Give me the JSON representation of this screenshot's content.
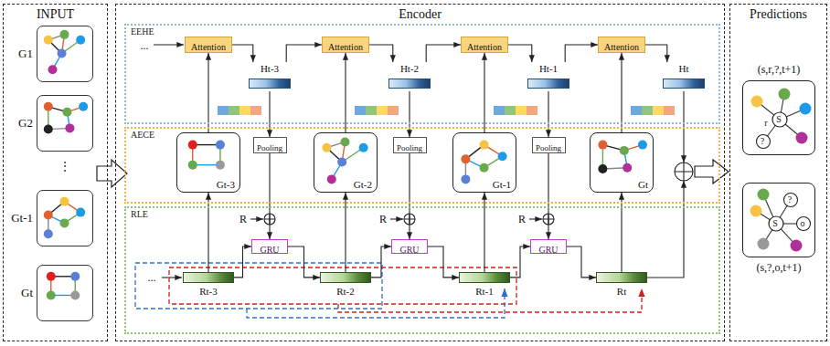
{
  "diagram": {
    "nodes": [
      {
        "text": [
          "INPUT"
        ]
      },
      {
        "text": [
          "G1"
        ],
        "in": 0
      },
      {
        "text": [
          "G2"
        ],
        "in": 0
      },
      {
        "text": [
          "Gt-1"
        ],
        "in": 0
      },
      {
        "text": [
          "Gt"
        ],
        "in": 0
      },
      {
        "text": [
          "Encoder"
        ]
      },
      {
        "text": [
          "EEHE"
        ],
        "in": 5
      },
      {
        "text": [
          "Attention"
        ],
        "in": 6
      },
      {
        "text": [
          "Ht-3"
        ],
        "in": 6
      },
      {
        "text": [
          "Attention"
        ],
        "in": 6
      },
      {
        "text": [
          "Ht-2"
        ],
        "in": 6
      },
      {
        "text": [
          "Attention"
        ],
        "in": 6
      },
      {
        "text": [
          "Ht-1"
        ],
        "in": 6
      },
      {
        "text": [
          "Attention"
        ],
        "in": 6
      },
      {
        "text": [
          "Ht"
        ],
        "in": 6
      },
      {
        "text": [
          "AECE"
        ],
        "in": 5
      },
      {
        "text": [
          "Gt-3"
        ],
        "in": 15
      },
      {
        "text": [
          "Pooling"
        ],
        "in": 15
      },
      {
        "text": [
          "Gt-2"
        ],
        "in": 15
      },
      {
        "text": [
          "Pooling"
        ],
        "in": 15
      },
      {
        "text": [
          "Gt-1"
        ],
        "in": 15
      },
      {
        "text": [
          "Pooling"
        ],
        "in": 15
      },
      {
        "text": [
          "Gt"
        ],
        "in": 15
      },
      {
        "text": [
          "RLE"
        ],
        "in": 5
      },
      {
        "text": [
          "GRU"
        ],
        "in": 23
      },
      {
        "text": [
          "GRU"
        ],
        "in": 23
      },
      {
        "text": [
          "GRU"
        ],
        "in": 23
      },
      {
        "text": [
          "Rt-3"
        ],
        "in": 23
      },
      {
        "text": [
          "Rt-2"
        ],
        "in": 23
      },
      {
        "text": [
          "Rt-1"
        ],
        "in": 23
      },
      {
        "text": [
          "Rt"
        ],
        "in": 23
      },
      {
        "text": [
          "Predictions"
        ]
      },
      {
        "text": [
          "(s,r,?,t+1)"
        ],
        "in": 31
      },
      {
        "text": [
          "(s,?,o,t+1)"
        ],
        "in": 31
      }
    ],
    "edges": [
      {
        "from": 7,
        "to": 8,
        "arrow": "to"
      },
      {
        "from": 8,
        "to": 9,
        "arrow": "to"
      },
      {
        "from": 9,
        "to": 10,
        "arrow": "to"
      },
      {
        "from": 10,
        "to": 11,
        "arrow": "to"
      },
      {
        "from": 11,
        "to": 12,
        "arrow": "to"
      },
      {
        "from": 12,
        "to": 13,
        "arrow": "to"
      },
      {
        "from": 13,
        "to": 14,
        "arrow": "to"
      },
      {
        "from": 16,
        "to": 7,
        "arrow": "to"
      },
      {
        "from": 18,
        "to": 9,
        "arrow": "to"
      },
      {
        "from": 20,
        "to": 11,
        "arrow": "to"
      },
      {
        "from": 22,
        "to": 13,
        "arrow": "to"
      },
      {
        "from": 8,
        "to": 17,
        "arrow": "to"
      },
      {
        "from": 10,
        "to": 19,
        "arrow": "to"
      },
      {
        "from": 12,
        "to": 21,
        "arrow": "to"
      },
      {
        "from": 17,
        "to": 24,
        "arrow": "to"
      },
      {
        "from": 19,
        "to": 25,
        "arrow": "to"
      },
      {
        "from": 21,
        "to": 26,
        "arrow": "to"
      },
      {
        "from": 27,
        "to": 16,
        "arrow": "to"
      },
      {
        "from": 28,
        "to": 18,
        "arrow": "to"
      },
      {
        "from": 29,
        "to": 20,
        "arrow": "to"
      },
      {
        "from": 30,
        "to": 22,
        "arrow": "to"
      },
      {
        "from": 27,
        "to": 24,
        "arrow": "to"
      },
      {
        "from": 28,
        "to": 25,
        "arrow": "to"
      },
      {
        "from": 29,
        "to": 26,
        "arrow": "to"
      },
      {
        "from": 24,
        "to": 28,
        "arrow": "to"
      },
      {
        "from": 25,
        "to": 29,
        "arrow": "to"
      },
      {
        "from": 26,
        "to": 30,
        "arrow": "to"
      }
    ],
    "labels": [
      "⋮",
      "...",
      "R",
      "R",
      "R",
      "...",
      "S",
      "r",
      "?",
      "S",
      "?",
      "o"
    ]
  }
}
